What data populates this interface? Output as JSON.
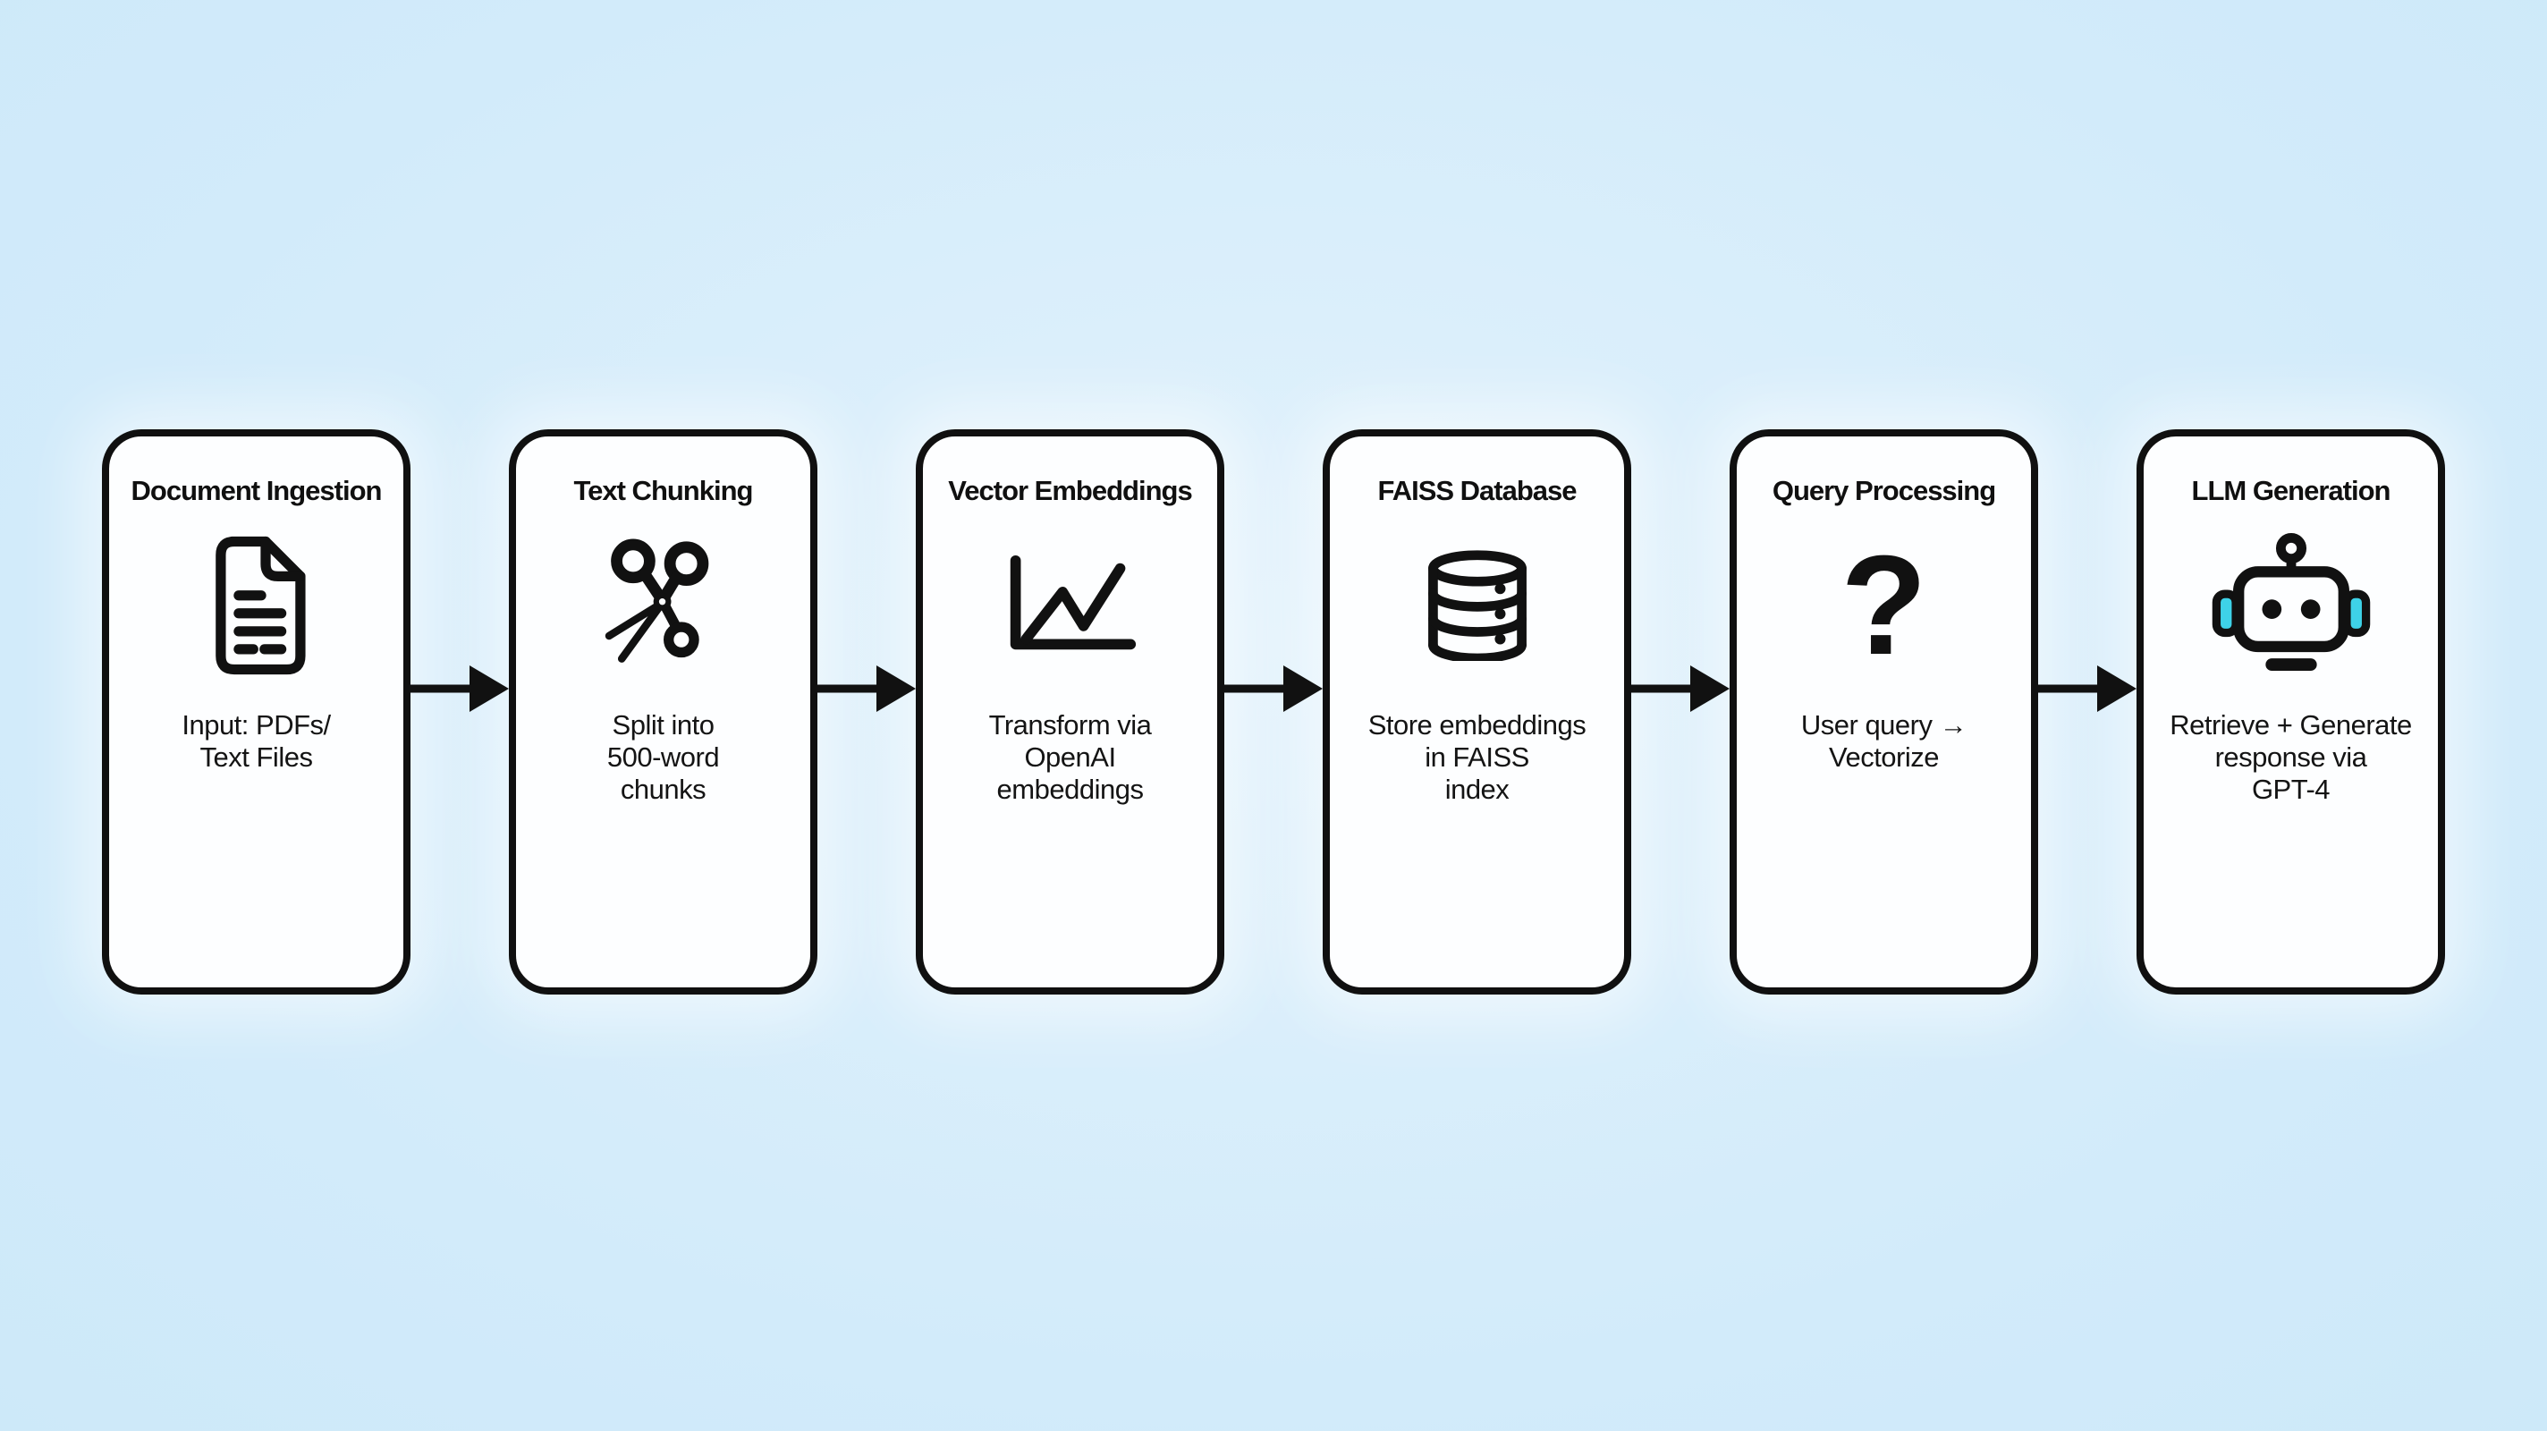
{
  "diagram": {
    "background_color": "#cfe9f8",
    "box_fill_color": "#fdfeff",
    "box_border_color": "#101010",
    "arrow_color": "#111111",
    "accent_cyan": "#3ed2e8"
  },
  "steps": [
    {
      "title": "Document Ingestion",
      "icon": "document-icon",
      "description": "Input: PDFs/\nText Files"
    },
    {
      "title": "Text Chunking",
      "icon": "scissors-icon",
      "description": "Split into\n500-word\nchunks"
    },
    {
      "title": "Vector Embeddings",
      "icon": "line-chart-icon",
      "description": "Transform via\nOpenAI\nembeddings"
    },
    {
      "title": "FAISS Database",
      "icon": "database-icon",
      "description": "Store embeddings\nin FAISS\nindex"
    },
    {
      "title": "Query Processing",
      "icon": "question-mark-icon",
      "icon_glyph": "?",
      "description": "User query →\nVectorize"
    },
    {
      "title": "LLM Generation",
      "icon": "robot-icon",
      "description": "Retrieve + Generate\nresponse via\nGPT-4"
    }
  ]
}
